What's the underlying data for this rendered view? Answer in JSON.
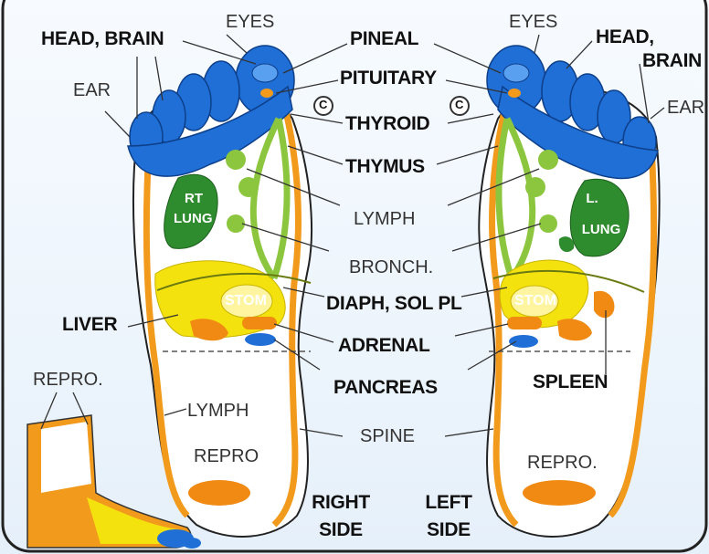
{
  "labels": {
    "eyes_r": "EYES",
    "eyes_l": "EYES",
    "head_brain_r": "HEAD, BRAIN",
    "head_l": "HEAD,",
    "brain_l": "BRAIN",
    "ear_r": "EAR",
    "ear_l": "EAR",
    "pineal": "PINEAL",
    "pituitary": "PITUITARY",
    "thyroid": "THYROID",
    "thymus": "THYMUS",
    "lymph_center": "LYMPH",
    "bronch": "BRONCH.",
    "diaph": "DIAPH, SOL PL",
    "adrenal": "ADRENAL",
    "pancreas": "PANCREAS",
    "spine": "SPINE",
    "liver": "LIVER",
    "spleen": "SPLEEN",
    "repro_inset": "REPRO.",
    "lymph_r": "LYMPH",
    "repro_r": "REPRO",
    "repro_l": "REPRO.",
    "rt": "RT",
    "lung_r": "LUNG",
    "l": "L.",
    "lung_l": "LUNG",
    "stom_r": "STOM",
    "stom_l": "STOM",
    "c_r": "C",
    "c_l": "C",
    "right": "RIGHT",
    "side_r": "SIDE",
    "left": "LEFT",
    "side_l": "SIDE"
  },
  "colors": {
    "toes": "#1f6fd6",
    "spine": "#f29a1c",
    "lymph_green": "#8cc63f",
    "lung": "#2e8b2e",
    "digestive": "#f4e20f",
    "organ_orange": "#f08a12",
    "pancreas_blue": "#1f6fd6"
  }
}
